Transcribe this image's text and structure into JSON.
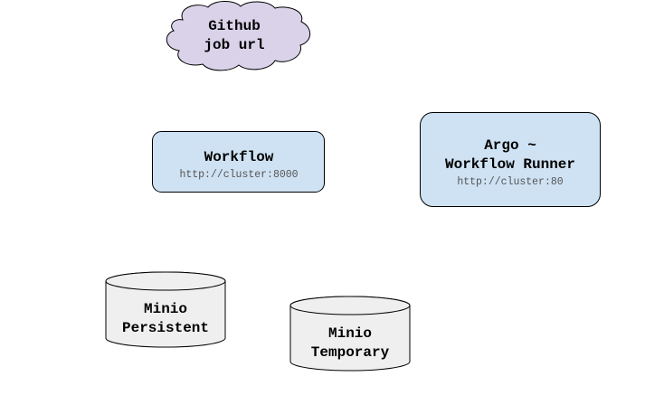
{
  "colors": {
    "cloud_fill": "#d9d2e9",
    "box_fill": "#cfe2f3",
    "cylinder_fill": "#efefef",
    "stroke": "#000000"
  },
  "nodes": {
    "github": {
      "line1": "Github",
      "line2": "job url"
    },
    "workflow": {
      "title": "Workflow",
      "url": "http://cluster:8000"
    },
    "argo": {
      "line1": "Argo ~",
      "line2": "Workflow Runner",
      "url": "http://cluster:80"
    },
    "minio_persistent": {
      "line1": "Minio",
      "line2": "Persistent"
    },
    "minio_temporary": {
      "line1": "Minio",
      "line2": "Temporary"
    }
  }
}
